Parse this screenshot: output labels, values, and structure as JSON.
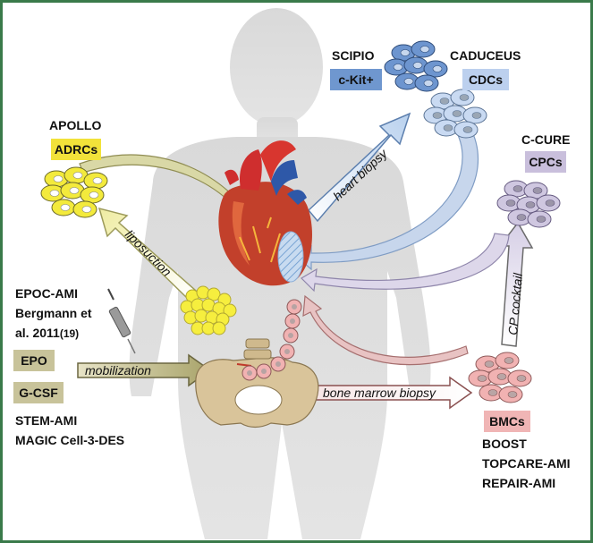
{
  "labels": {
    "apollo": "APOLLO",
    "scipio": "SCIPIO",
    "caduceus": "CADUCEUS",
    "c_cure": "C-CURE",
    "epoc_line1": "EPOC-AMI",
    "epoc_line2": "Bergmann et",
    "epoc_line3": "al. 2011",
    "epoc_ref": "(19)",
    "stem_ami": "STEM-AMI",
    "magic": "MAGIC Cell-3-DES",
    "boost": "BOOST",
    "topcare": "TOPCARE-AMI",
    "repair": "REPAIR-AMI"
  },
  "badges": {
    "adrcs": {
      "text": "ADRCs",
      "color": "#f2e23a"
    },
    "ckit": {
      "text": "c-Kit+",
      "color": "#6f97cf"
    },
    "cdcs": {
      "text": "CDCs",
      "color": "#bcd0ee"
    },
    "cpcs": {
      "text": "CPCs",
      "color": "#c9bfdc"
    },
    "epo": {
      "text": "EPO",
      "color": "#c8c39a"
    },
    "gcsf": {
      "text": "G-CSF",
      "color": "#c8c39a"
    },
    "bmcs": {
      "text": "BMCs",
      "color": "#f0b5b5"
    }
  },
  "arrows": {
    "heart_biopsy": "heart biopsy",
    "liposuction": "liposuction",
    "mobilization": "mobilization",
    "bone_marrow_biopsy": "bone marrow biopsy",
    "cp_cocktail": "CP cocktail"
  },
  "colors": {
    "frame": "#3a7a4a",
    "silhouette": "#d6d6d6",
    "adrc_cell": "#f3ea3c",
    "ckit_cell": "#6d95cf",
    "cdc_cell": "#c9daf2",
    "cpc_cell": "#cfc7e0",
    "bmc_cell": "#f1b2b2",
    "adipose": "#f6ee3e"
  }
}
